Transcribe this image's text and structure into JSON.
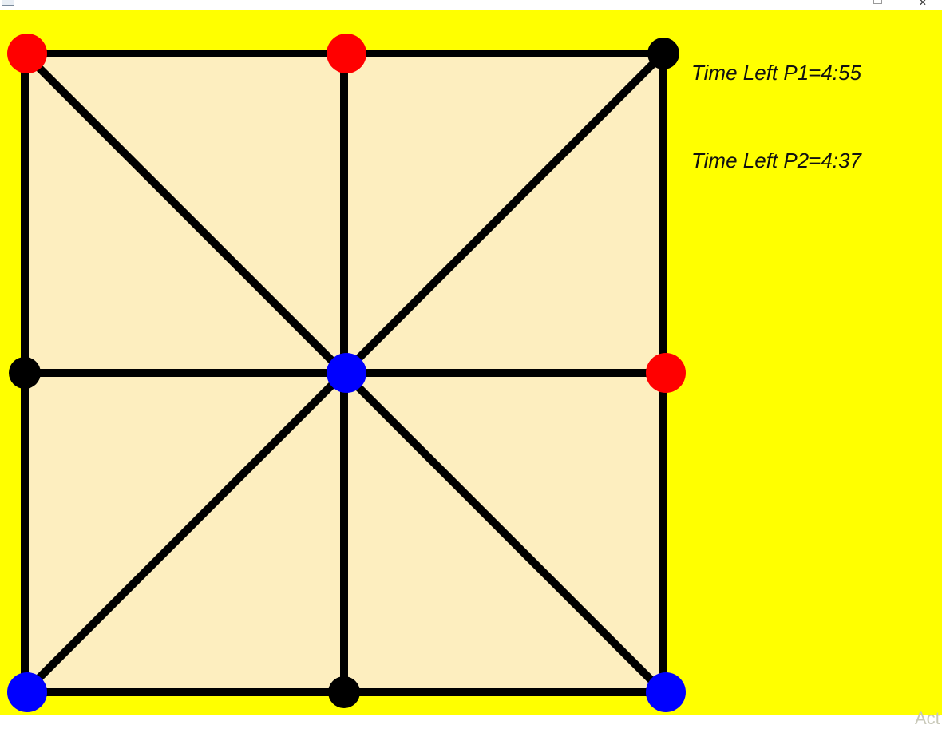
{
  "window": {
    "controls": [
      "maximize-icon",
      "close-icon"
    ],
    "close_glyph": "✕"
  },
  "game": {
    "background_color": "#ffff00",
    "board_fill_color": "#fdeebf",
    "line_color": "#000000",
    "player_colors": {
      "P1": "#ff0000",
      "P2": "#0000ff",
      "empty": "#000000"
    },
    "nodes": [
      {
        "id": "top-left",
        "owner": "P1"
      },
      {
        "id": "top-middle",
        "owner": "P1"
      },
      {
        "id": "top-right",
        "owner": "empty"
      },
      {
        "id": "middle-left",
        "owner": "empty"
      },
      {
        "id": "center",
        "owner": "P2"
      },
      {
        "id": "middle-right",
        "owner": "P1"
      },
      {
        "id": "bottom-left",
        "owner": "P2"
      },
      {
        "id": "bottom-middle",
        "owner": "empty"
      },
      {
        "id": "bottom-right",
        "owner": "P2"
      }
    ]
  },
  "timers": {
    "p1": "Time Left P1=4:55",
    "p2": "Time Left P2=4:37"
  },
  "watermark": "Act"
}
